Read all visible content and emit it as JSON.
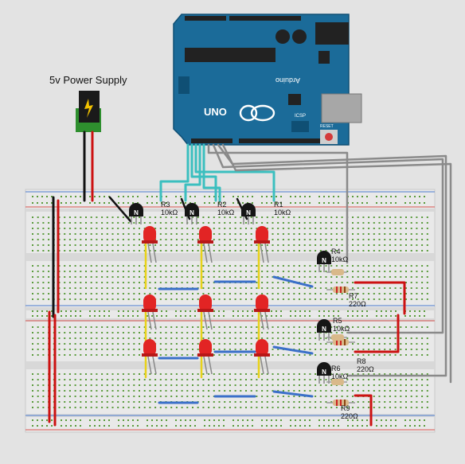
{
  "power": {
    "label": "5v Power Supply"
  },
  "arduino": {
    "model": "UNO",
    "brand": "Arduino",
    "icsp_label": "ICSP",
    "reset_label": "RESET"
  },
  "components": {
    "r1": {
      "name": "R1",
      "value": "10kΩ"
    },
    "r2": {
      "name": "R2",
      "value": "10kΩ"
    },
    "r3": {
      "name": "R3",
      "value": "10kΩ"
    },
    "r4": {
      "name": "R4",
      "value": "10kΩ"
    },
    "r5": {
      "name": "R5",
      "value": "10kΩ"
    },
    "r6": {
      "name": "R6",
      "value": "10kΩ"
    },
    "r7": {
      "name": "R7",
      "value": "220Ω"
    },
    "r8": {
      "name": "R8",
      "value": "220Ω"
    },
    "r9": {
      "name": "R9",
      "value": "220Ω"
    },
    "transistor_mark": "N"
  },
  "colors": {
    "background": "#e3e3e3",
    "breadboard": "#e9e9e9",
    "rail_red": "#d9534f",
    "rail_blue": "#4a7bd0",
    "hole": "#5a9b3c",
    "arduino": "#1b6b99",
    "wire_teal": "#3bbfbf",
    "wire_gray": "#8a8a8a",
    "wire_red": "#cc1111",
    "wire_blue": "#3a6fc9",
    "wire_yellow": "#e8d21a",
    "wire_black": "#111111",
    "led": "#e22424"
  }
}
